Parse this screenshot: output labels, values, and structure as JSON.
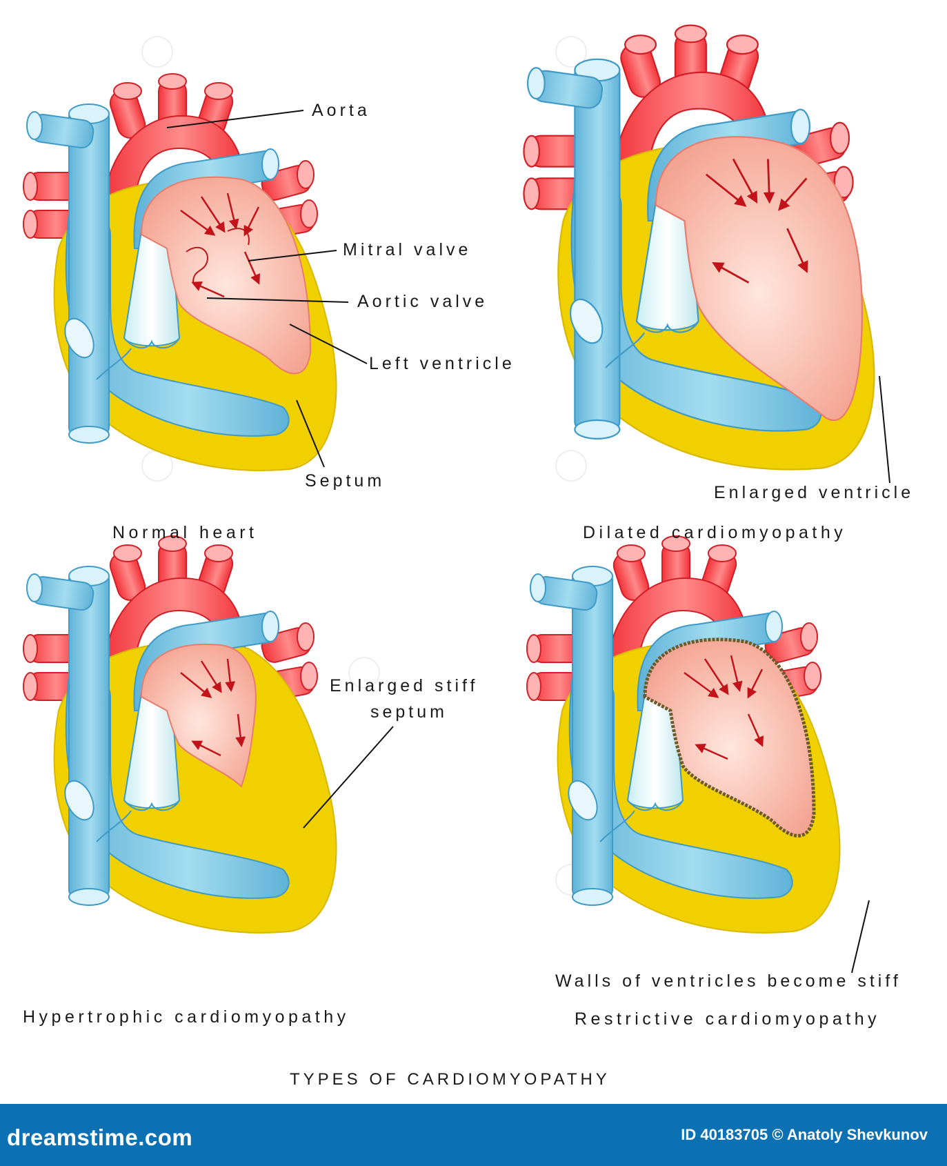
{
  "title": "TYPES OF CARDIOMYOPATHY",
  "panels": [
    {
      "caption": "Normal heart",
      "labels": [
        "Aorta",
        "Mitral valve",
        "Aortic valve",
        "Left ventricle",
        "Septum"
      ]
    },
    {
      "caption": "Dilated cardiomyopathy",
      "labels": [
        "Enlarged ventricle"
      ]
    },
    {
      "caption": "Hypertrophic cardiomyopathy",
      "labels": [
        "Enlarged stiff",
        "septum"
      ]
    },
    {
      "caption": "Restrictive cardiomyopathy",
      "labels": [
        "Walls of ventricles become stiff"
      ]
    }
  ],
  "footer": {
    "brand": "dreamstime.com",
    "credit": "ID 40183705 © Anatoly Shevkunov"
  },
  "colors": {
    "vein_blue": "#79c3e3",
    "artery_red": "#f2333a",
    "myocardium_yellow": "#f1d000",
    "chamber_pink": "#f7b6a6",
    "footer_blue": "#0b71b3"
  }
}
